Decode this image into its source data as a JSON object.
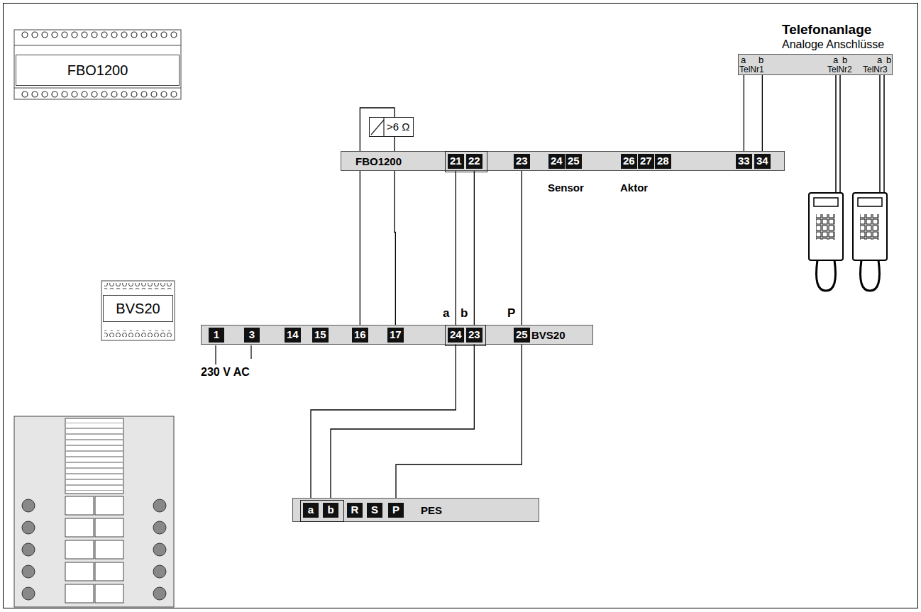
{
  "diagram": {
    "nodes": [
      {
        "text": [
          "Telefonanlage",
          "Analoge Anschlüsse"
        ]
      },
      {
        "text": [
          "FBO1200"
        ]
      },
      {
        "text": [
          "FBO1200"
        ]
      },
      {
        "text": [
          "21"
        ],
        "in": 2
      },
      {
        "text": [
          "22"
        ],
        "in": 2
      },
      {
        "text": [
          "23"
        ],
        "in": 2
      },
      {
        "text": [
          "24"
        ],
        "in": 2
      },
      {
        "text": [
          "25"
        ],
        "in": 2
      },
      {
        "text": [
          "26"
        ],
        "in": 2
      },
      {
        "text": [
          "27"
        ],
        "in": 2
      },
      {
        "text": [
          "28"
        ],
        "in": 2
      },
      {
        "text": [
          "33"
        ],
        "in": 2
      },
      {
        "text": [
          "34"
        ],
        "in": 2
      },
      {
        "text": [
          ">6 Ω"
        ]
      },
      {
        "text": [
          "BVS20"
        ]
      },
      {
        "text": [
          "BVS20"
        ]
      },
      {
        "text": [
          "1"
        ],
        "in": 15
      },
      {
        "text": [
          "3"
        ],
        "in": 15
      },
      {
        "text": [
          "14"
        ],
        "in": 15
      },
      {
        "text": [
          "15"
        ],
        "in": 15
      },
      {
        "text": [
          "16"
        ],
        "in": 15
      },
      {
        "text": [
          "17"
        ],
        "in": 15
      },
      {
        "text": [
          "24"
        ],
        "in": 15
      },
      {
        "text": [
          "23"
        ],
        "in": 15
      },
      {
        "text": [
          "25"
        ],
        "in": 15
      },
      {
        "text": [
          "PES"
        ]
      },
      {
        "text": [
          "a"
        ],
        "in": 25
      },
      {
        "text": [
          "b"
        ],
        "in": 25
      },
      {
        "text": [
          "R"
        ],
        "in": 25
      },
      {
        "text": [
          "S"
        ],
        "in": 25
      },
      {
        "text": [
          "P"
        ],
        "in": 25
      }
    ],
    "edges": [
      {
        "from": 11,
        "to": 0,
        "arrow": "none"
      },
      {
        "from": 12,
        "to": 0,
        "arrow": "none"
      },
      {
        "from": 3,
        "to": 22,
        "label": "a",
        "arrow": "none"
      },
      {
        "from": 4,
        "to": 23,
        "label": "b",
        "arrow": "none"
      },
      {
        "from": 5,
        "to": 24,
        "label": "P",
        "arrow": "none"
      },
      {
        "from": 20,
        "to": 13,
        "arrow": "none"
      },
      {
        "from": 13,
        "to": 21,
        "arrow": "none"
      },
      {
        "from": 22,
        "to": 26,
        "arrow": "none"
      },
      {
        "from": 23,
        "to": 27,
        "arrow": "none"
      },
      {
        "from": 24,
        "to": 30,
        "arrow": "none"
      }
    ],
    "labels": [
      "Sensor",
      "Aktor",
      "230 V AC",
      "a",
      "b",
      "TelNr1",
      "a",
      "b",
      "TelNr2",
      "a",
      "b",
      "TelNr3"
    ]
  }
}
